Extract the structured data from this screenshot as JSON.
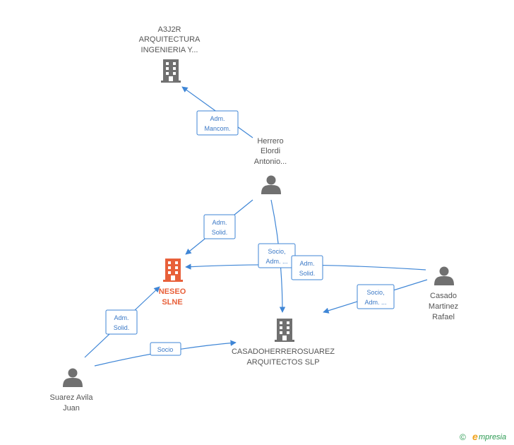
{
  "colors": {
    "edge": "#3f86d6",
    "node_gray": "#707070",
    "node_main": "#e8603a",
    "label": "#555555"
  },
  "nodes": {
    "a3j2r": {
      "type": "company",
      "label_lines": [
        "A3J2R",
        "ARQUITECTURA",
        "INGENIERIA Y..."
      ]
    },
    "herrero": {
      "type": "person",
      "label_lines": [
        "Herrero",
        "Elordi",
        "Antonio..."
      ]
    },
    "neseo": {
      "type": "company",
      "main": true,
      "label_lines": [
        "NESEO",
        "SLNE"
      ]
    },
    "casadoherrero": {
      "type": "company",
      "label_lines": [
        "CASADOHERREROSUAREZ",
        "ARQUITECTOS SLP"
      ]
    },
    "casado": {
      "type": "person",
      "label_lines": [
        "Casado",
        "Martinez",
        "Rafael"
      ]
    },
    "suarez": {
      "type": "person",
      "label_lines": [
        "Suarez Avila",
        "Juan"
      ]
    }
  },
  "edges": [
    {
      "id": "herrero-a3j2r",
      "label_lines": [
        "Adm.",
        "Mancom."
      ]
    },
    {
      "id": "herrero-neseo",
      "label_lines": [
        "Adm.",
        "Solid."
      ]
    },
    {
      "id": "herrero-casadoherrero",
      "label_lines": [
        "Socio,",
        "Adm. ..."
      ]
    },
    {
      "id": "casado-neseo",
      "label_lines": [
        "Adm.",
        "Solid."
      ]
    },
    {
      "id": "casado-casadoherrero",
      "label_lines": [
        "Socio,",
        "Adm. ..."
      ]
    },
    {
      "id": "suarez-neseo",
      "label_lines": [
        "Adm.",
        "Solid."
      ]
    },
    {
      "id": "suarez-casadoherrero",
      "label_lines": [
        "Socio"
      ]
    }
  ],
  "watermark": {
    "copyright_symbol": "©",
    "brand_first": "e",
    "brand_rest": "mpresia"
  }
}
